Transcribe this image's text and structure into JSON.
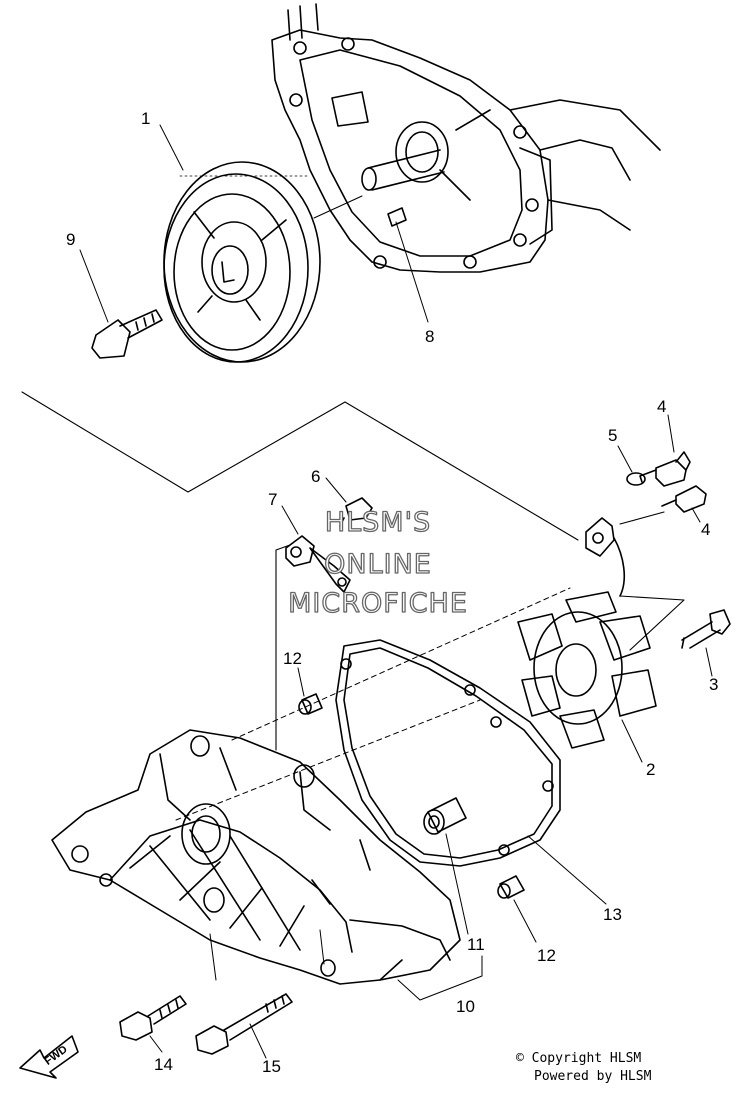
{
  "callouts": [
    {
      "id": "1",
      "label": "1"
    },
    {
      "id": "2",
      "label": "2"
    },
    {
      "id": "3",
      "label": "3"
    },
    {
      "id": "4a",
      "label": "4"
    },
    {
      "id": "4b",
      "label": "4"
    },
    {
      "id": "5",
      "label": "5"
    },
    {
      "id": "6",
      "label": "6"
    },
    {
      "id": "7",
      "label": "7"
    },
    {
      "id": "8",
      "label": "8"
    },
    {
      "id": "9",
      "label": "9"
    },
    {
      "id": "10",
      "label": "10"
    },
    {
      "id": "11",
      "label": "11"
    },
    {
      "id": "12a",
      "label": "12"
    },
    {
      "id": "12b",
      "label": "12"
    },
    {
      "id": "13",
      "label": "13"
    },
    {
      "id": "14",
      "label": "14"
    },
    {
      "id": "15",
      "label": "15"
    }
  ],
  "watermark": {
    "line1": "HLSM'S",
    "line2": "ONLINE",
    "line3": "MICROFICHE"
  },
  "fwd_label": "FWD",
  "copyright": {
    "line1": "© Copyright HLSM",
    "line2": "Powered by HLSM"
  }
}
